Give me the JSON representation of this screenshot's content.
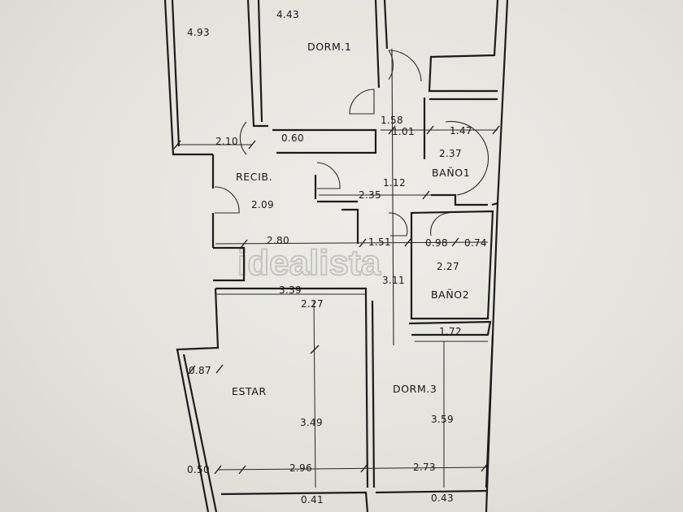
{
  "watermark": "idealista",
  "rooms": {
    "dorm1": "DORM.1",
    "recib": "RECIB.",
    "bano1": "BAÑO1",
    "bano2": "BAÑO2",
    "estar": "ESTAR",
    "dorm3": "DORM.3"
  },
  "dimensions": {
    "d_4_93": "4.93",
    "d_4_43": "4.43",
    "d_2_10": "2.10",
    "d_0_60": "0.60",
    "d_1_58": "1.58",
    "d_1_01": "1.01",
    "d_1_47": "1.47",
    "d_2_37": "2.37",
    "d_1_12": "1.12",
    "d_2_35": "2.35",
    "d_2_09": "2.09",
    "d_2_80": "2.80",
    "d_1_51": "1.51",
    "d_0_98": "0.98",
    "d_0_74": "0.74",
    "d_2_27a": "2.27",
    "d_3_11": "3.11",
    "d_3_39": "3.39",
    "d_2_27b": "2.27",
    "d_1_72": "1.72",
    "d_0_87": "0.87",
    "d_3_49": "3.49",
    "d_3_59": "3.59",
    "d_0_50": "0.50",
    "d_2_96": "2.96",
    "d_2_73": "2.73",
    "d_0_41": "0.41",
    "d_0_43": "0.43"
  }
}
